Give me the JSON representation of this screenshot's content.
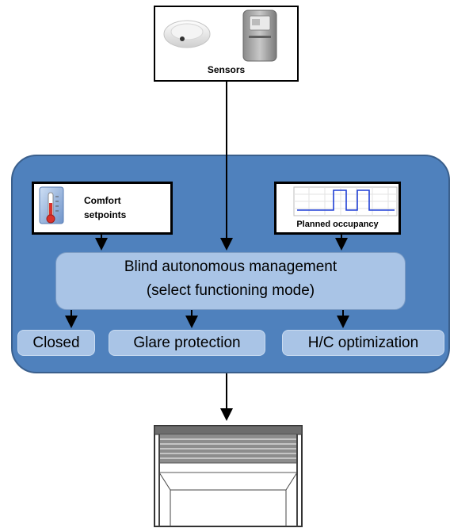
{
  "sensors": {
    "label": "Sensors"
  },
  "comfort": {
    "label_line1": "Comfort",
    "label_line2": "setpoints"
  },
  "occupancy": {
    "label": "Planned occupancy"
  },
  "manager": {
    "line1": "Blind autonomous management",
    "line2": "(select functioning mode)"
  },
  "modes": [
    {
      "label": "Closed"
    },
    {
      "label": "Glare protection"
    },
    {
      "label": "H/C optimization"
    }
  ],
  "colors": {
    "panel": "#4f81bd",
    "box": "#a9c4e6",
    "occupancy_signal": "#1f3fd6"
  }
}
